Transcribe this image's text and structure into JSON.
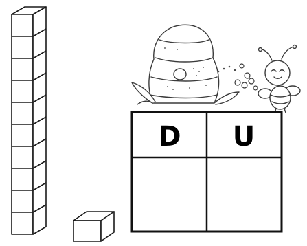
{
  "place_value_table": {
    "headers": [
      "D",
      "U"
    ],
    "cells": [
      "",
      ""
    ]
  },
  "blocks": {
    "ten_rod_units": 10,
    "single_cubes": 1
  },
  "illustration": {
    "characters": [
      "beehive",
      "bee"
    ]
  }
}
